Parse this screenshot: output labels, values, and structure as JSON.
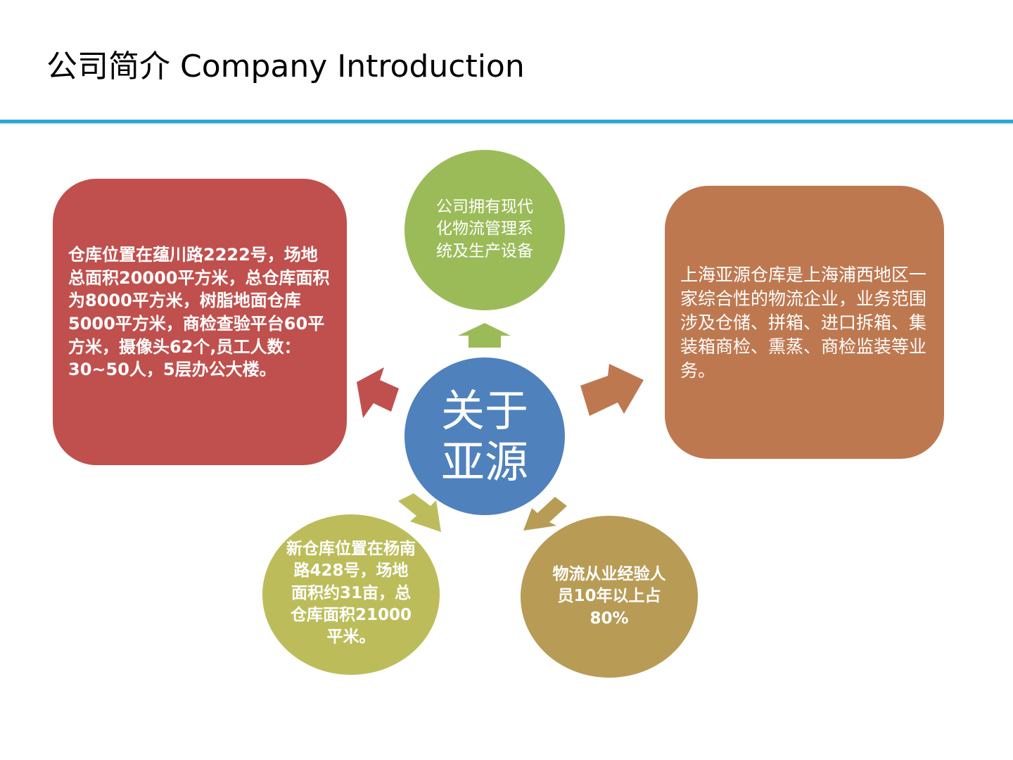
{
  "title": "公司简介 Company Introduction",
  "colors": {
    "rule": "#2aa6dc",
    "left_box": "#c0504d",
    "right_box": "#be7850",
    "top_circle": "#9bbb59",
    "center_circle": "#4f81bd",
    "bottom_left_circle": "#bcbd5a",
    "bottom_right_circle": "#b89b55"
  },
  "center": {
    "line1": "关于",
    "line2": "亚源"
  },
  "top_circle": {
    "text": "公司拥有现代化物流管理系统及生产设备"
  },
  "left_box": {
    "text": "仓库位置在蕴川路2222号，场地总面积20000平方米，总仓库面积为8000平方米，树脂地面仓库5000平方米，商检查验平台60平方米，摄像头62个,员工人数：30~50人，5层办公大楼。"
  },
  "right_box": {
    "text": "上海亚源仓库是上海浦西地区一家综合性的物流企业，业务范围涉及仓储、拼箱、进口拆箱、集装箱商检、熏蒸、商检监装等业务。"
  },
  "bottom_left_circle": {
    "text": "新仓库位置在杨南路428号，场地面积约31亩，总仓库面积21000平米。"
  },
  "bottom_right_circle": {
    "text": "物流从业经验人员10年以上占80%"
  }
}
